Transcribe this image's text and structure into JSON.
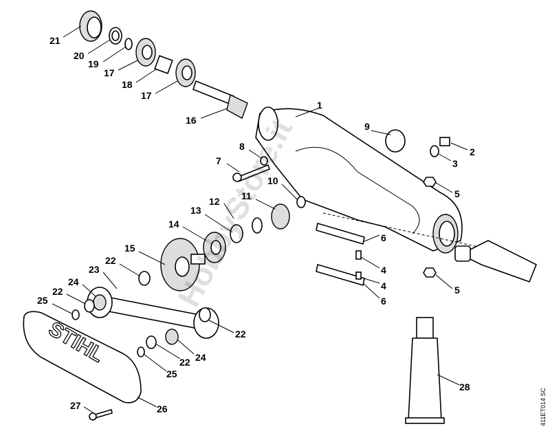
{
  "labels": [
    "21",
    "20",
    "19",
    "17",
    "18",
    "17",
    "16",
    "1",
    "9",
    "2",
    "3",
    "8",
    "7",
    "10",
    "11",
    "12",
    "13",
    "14",
    "15",
    "22",
    "23",
    "24",
    "22",
    "25",
    "5",
    "6",
    "4",
    "4",
    "6",
    "5",
    "22",
    "24",
    "22",
    "25",
    "28",
    "27",
    "26"
  ],
  "cover_logo": "STIHL",
  "drawing_code": "411ET014 SC",
  "watermark": "HobbyStore.it"
}
